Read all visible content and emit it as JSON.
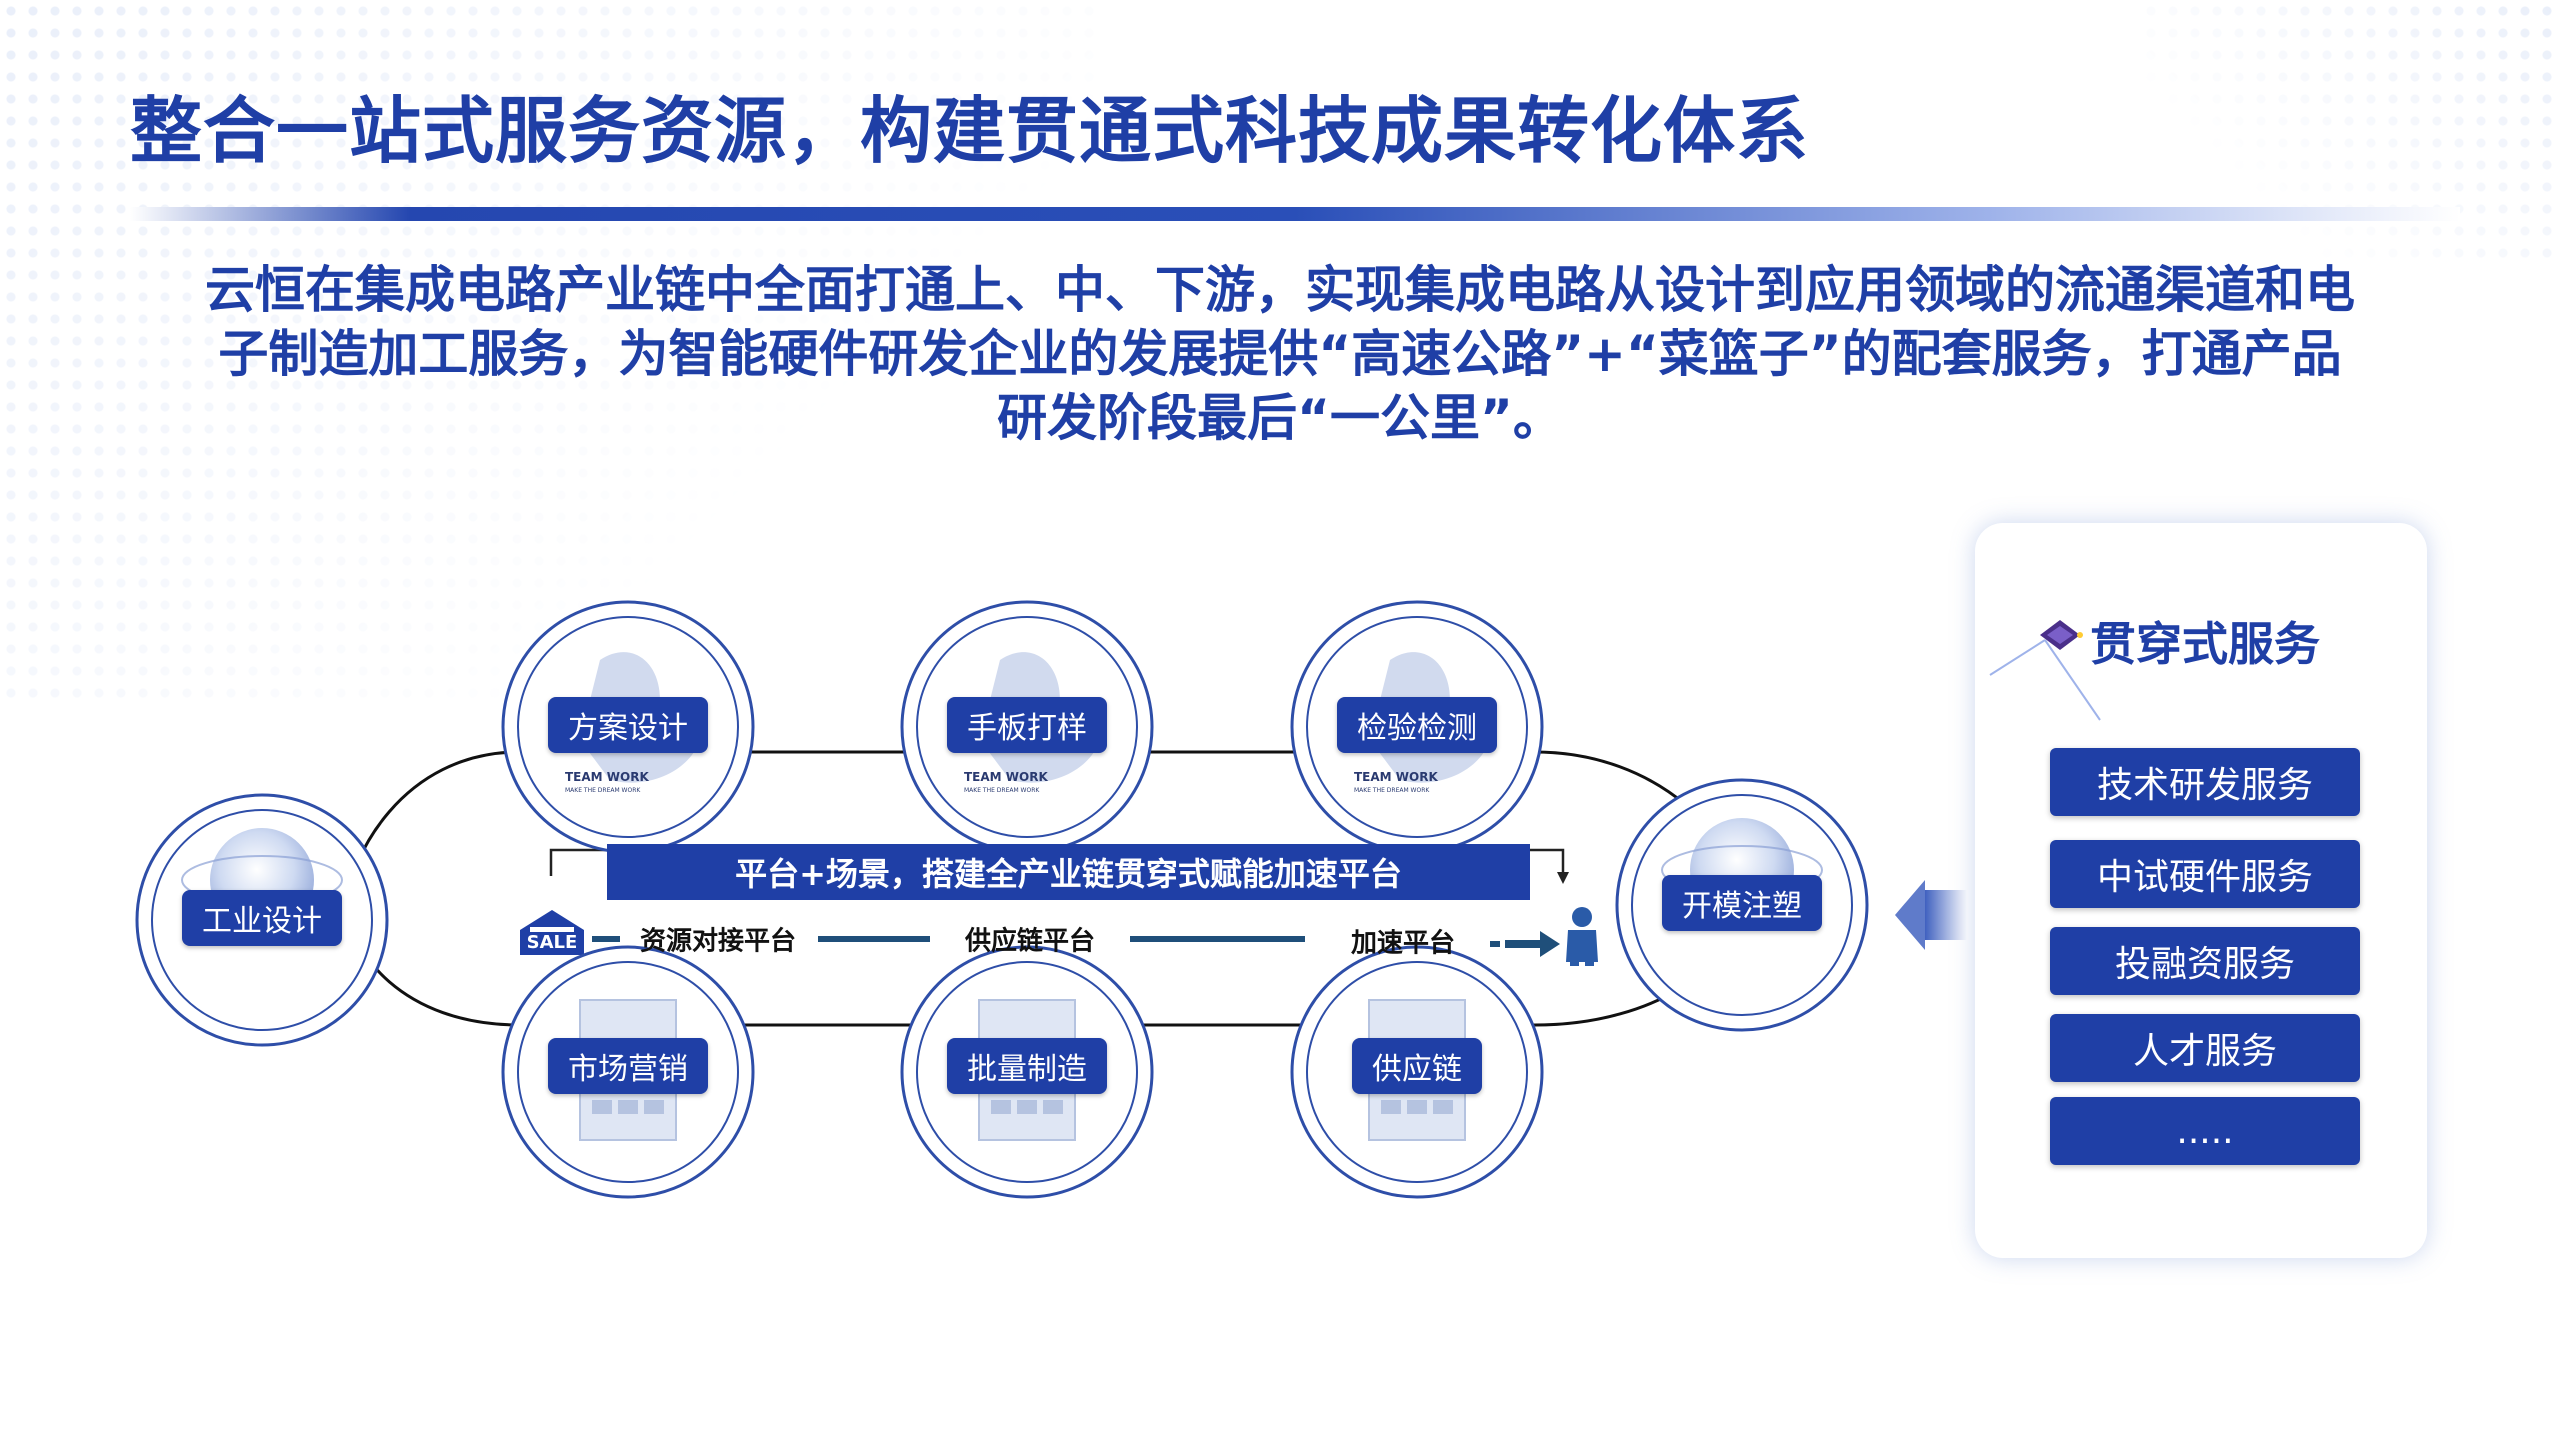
{
  "title": "整合一站式服务资源，构建贯通式科技成果转化体系",
  "description": "云恒在集成电路产业链中全面打通上、中、下游，实现集成电路从设计到应用领域的流通渠道和电子制造加工服务，为智能硬件研发企业的发展提供“高速公路”+“菜篮子”的配套服务，打通产品研发阶段最后“一公里”。",
  "nodes": {
    "industrial_design": "工业设计",
    "solution_design": "方案设计",
    "prototype": "手板打样",
    "inspection": "检验检测",
    "mold_injection": "开模注塑",
    "marketing": "市场营销",
    "mass_production": "批量制造",
    "supply_chain": "供应链"
  },
  "team_work": {
    "main": "TEAM WORK",
    "sub": "MAKE THE DREAM WORK"
  },
  "banner": "平台+场景，搭建全产业链贯穿式赋能加速平台",
  "sale_tag": "SALE",
  "flow": {
    "resource": "资源对接平台",
    "supply": "供应链平台",
    "accelerate": "加速平台"
  },
  "panel": {
    "title": "贯穿式服务",
    "services": [
      "技术研发服务",
      "中试硬件服务",
      "投融资服务",
      "人才服务",
      "....."
    ]
  },
  "colors": {
    "primary": "#1f3fa6",
    "ring": "#2e4ea8",
    "light_blue": "#9fb3ea"
  }
}
